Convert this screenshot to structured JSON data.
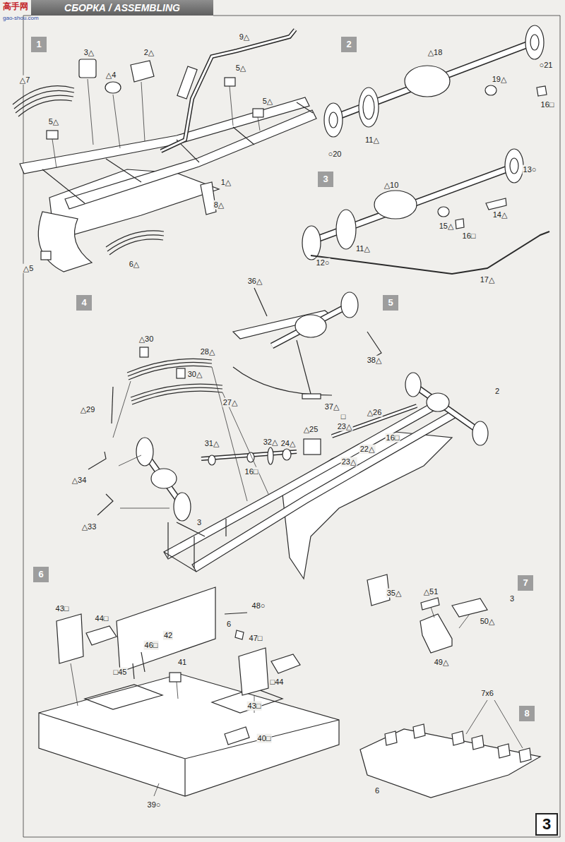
{
  "diagram": {
    "title": "СБОРКА / ASSEMBLING",
    "nodes": [
      {
        "text": [
          "1"
        ]
      },
      {
        "text": [
          "2"
        ]
      },
      {
        "text": [
          "3"
        ]
      },
      {
        "text": [
          "4"
        ]
      },
      {
        "text": [
          "5"
        ]
      },
      {
        "text": [
          "6"
        ]
      },
      {
        "text": [
          "7"
        ]
      },
      {
        "text": [
          "8"
        ]
      },
      {
        "text": [
          "3"
        ]
      }
    ],
    "labels": [
      "高手网",
      "gao-shou.com",
      "9△",
      "3△",
      "2△",
      "△4",
      "△7",
      "5△",
      "5△",
      "5△",
      "1△",
      "8△",
      "6△",
      "△5",
      "△18",
      "○21",
      "19△",
      "16□",
      "11△",
      "○20",
      "△10",
      "13○",
      "15△",
      "16□",
      "14△",
      "11△",
      "12○",
      "17△",
      "36△",
      "38△",
      "37△",
      "△30",
      "28△",
      "30△",
      "27△",
      "△29",
      "△34",
      "31△",
      "16□",
      "32△",
      "24△",
      "△25",
      "□",
      "23△",
      "△26",
      "22△",
      "16□",
      "23△",
      "2",
      "3",
      "△33",
      "35△",
      "43□",
      "44□",
      "42",
      "48○",
      "47□",
      "6",
      "46□",
      "41",
      "□45",
      "□44",
      "43□",
      "40□",
      "39○",
      "△51",
      "3",
      "50△",
      "49△",
      "7x6",
      "6"
    ]
  }
}
